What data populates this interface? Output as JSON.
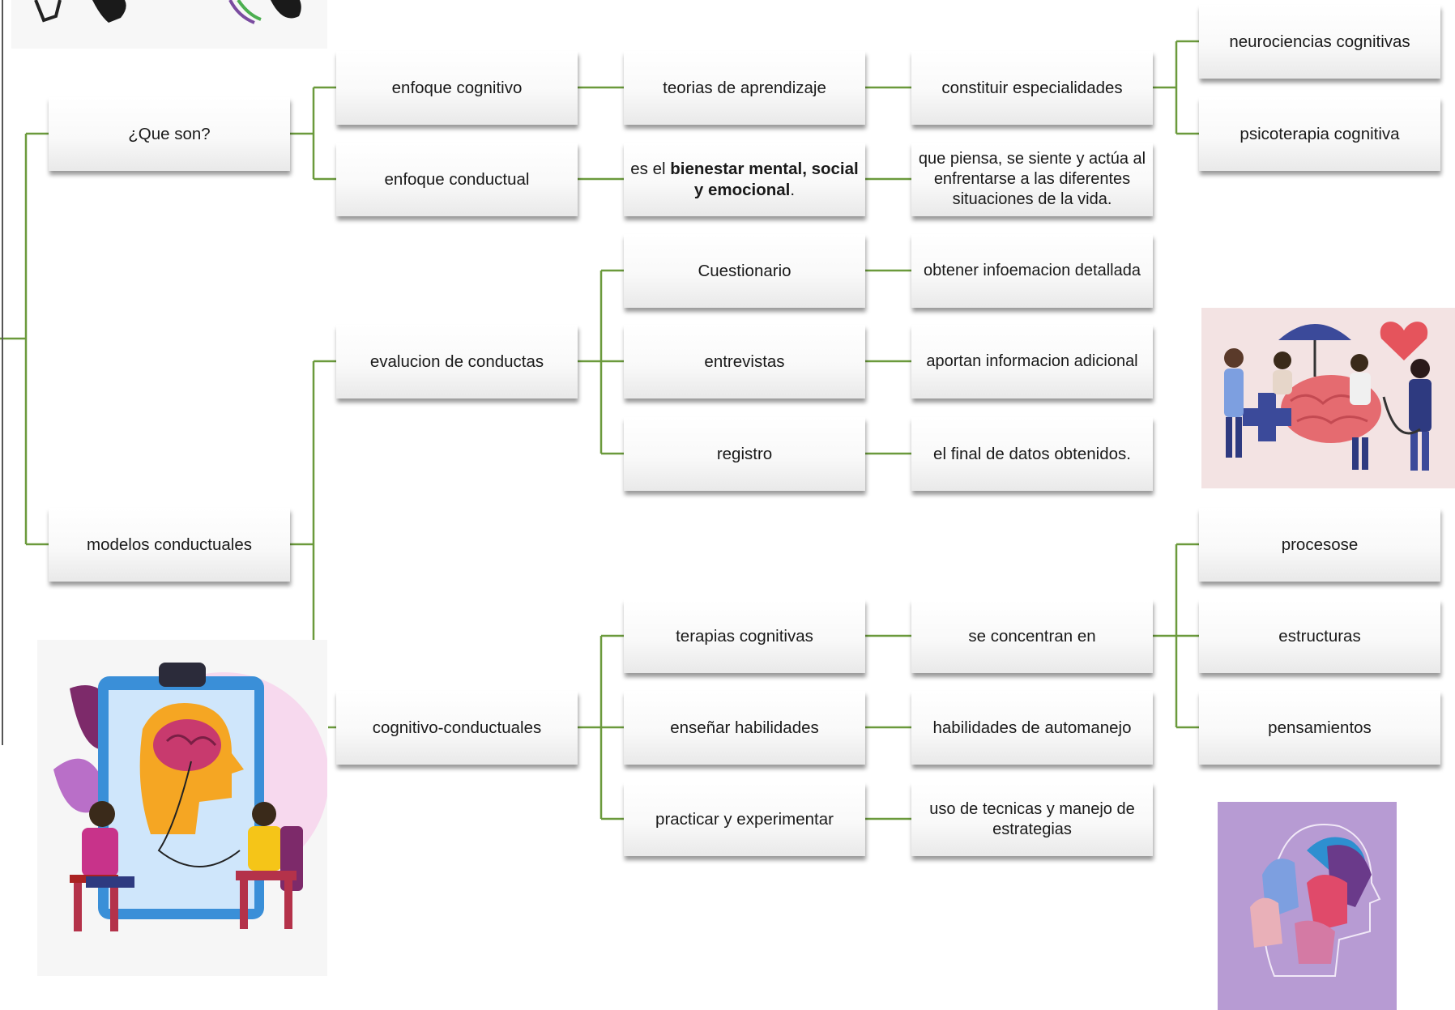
{
  "nodes": {
    "que_son": "¿Que son?",
    "modelos_conductuales": "modelos conductuales",
    "enfoque_cognitivo": "enfoque cognitivo",
    "enfoque_conductual": "enfoque conductual",
    "evaluacion_conductas": "evalucion de conductas",
    "cognitivo_conductuales": "cognitivo-conductuales",
    "teorias_aprendizaje": "teorias de aprendizaje",
    "bienestar_pre": "es el ",
    "bienestar_bold": "bienestar mental, social y emocional",
    "bienestar_post": ".",
    "cuestionario": "Cuestionario",
    "entrevistas": "entrevistas",
    "registro": "registro",
    "terapias_cognitivas": "terapias cognitivas",
    "ensenar_habilidades": "enseñar habilidades",
    "practicar_experimentar": "practicar y experimentar",
    "constituir_especialidades": "constituir especialidades",
    "que_piensa": "que piensa, se siente y actúa al enfrentarse a las diferentes situaciones de la vida.",
    "obtener_informacion": "obtener infoemacion detallada",
    "aportan_informacion": "aportan informacion adicional",
    "final_datos": "el final de datos obtenidos.",
    "se_concentran": "se concentran en",
    "habilidades_automanejo": "habilidades de automanejo",
    "uso_tecnicas": "uso de tecnicas y manejo de estrategias",
    "neurociencias": "neurociencias cognitivas",
    "psicoterapia": "psicoterapia cognitiva",
    "procesose": "procesose",
    "estructuras": "estructuras",
    "pensamientos": "pensamientos"
  },
  "colors": {
    "connector": "#6b9a3c",
    "box_top": "#ffffff",
    "box_bottom": "#e9e9e9"
  }
}
